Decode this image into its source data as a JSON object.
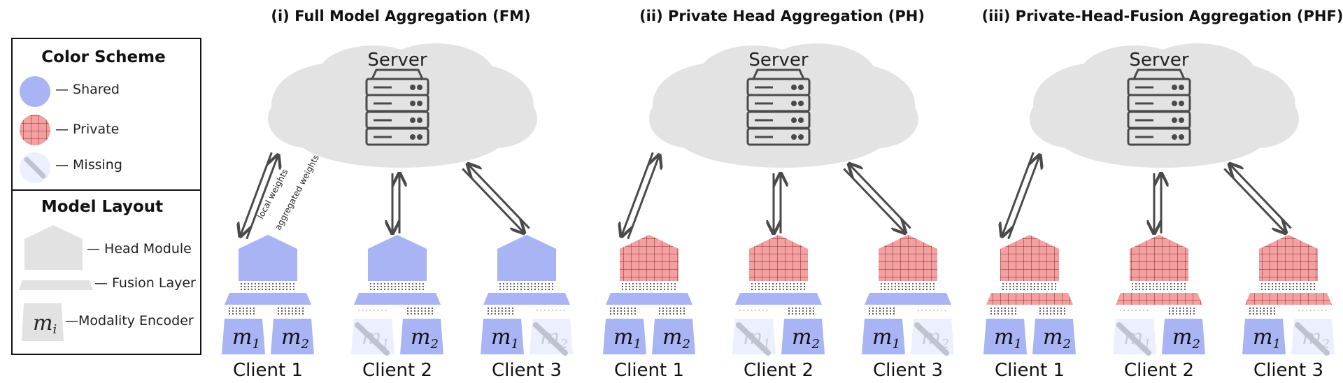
{
  "legend": {
    "color_title": "Color Scheme",
    "shared_label": "— Shared",
    "private_label": "— Private",
    "missing_label": "— Missing",
    "layout_title": "Model Layout",
    "head_label": "— Head Module",
    "fusion_label": "— Fusion Layer",
    "encoder_label": "—Modality Encoder",
    "encoder_symbol": "m",
    "encoder_sub": "i"
  },
  "panels": [
    {
      "title": "(i) Full Model Aggregation (FM)",
      "server_label": "Server",
      "head": "shared",
      "fusion": "shared",
      "edge_labels": {
        "local": "local weights",
        "aggregated": "aggregated weights"
      },
      "clients": [
        {
          "label": "Client 1",
          "m1": "present",
          "m2": "present"
        },
        {
          "label": "Client 2",
          "m1": "missing",
          "m2": "present"
        },
        {
          "label": "Client 3",
          "m1": "present",
          "m2": "missing"
        }
      ]
    },
    {
      "title": "(ii) Private Head Aggregation (PH)",
      "server_label": "Server",
      "head": "private",
      "fusion": "shared",
      "clients": [
        {
          "label": "Client 1",
          "m1": "present",
          "m2": "present"
        },
        {
          "label": "Client 2",
          "m1": "missing",
          "m2": "present"
        },
        {
          "label": "Client 3",
          "m1": "present",
          "m2": "missing"
        }
      ]
    },
    {
      "title": "(iii) Private-Head-Fusion Aggregation (PHF)",
      "server_label": "Server",
      "head": "private",
      "fusion": "private",
      "clients": [
        {
          "label": "Client 1",
          "m1": "present",
          "m2": "present"
        },
        {
          "label": "Client 2",
          "m1": "missing",
          "m2": "present"
        },
        {
          "label": "Client 3",
          "m1": "present",
          "m2": "missing"
        }
      ]
    }
  ],
  "modalities": [
    {
      "symbol": "m",
      "sub": "1"
    },
    {
      "symbol": "m",
      "sub": "2"
    }
  ],
  "colors": {
    "shared": "#a9b4f5",
    "private": "#f5a0a0",
    "private_grid": "#7a2a2a",
    "missing": "#eceffd",
    "missing_slash": "#bfc3cf",
    "cloud": "#e3e3e3",
    "server_stroke": "#4a4a4a",
    "arrow": "#4a4a4a",
    "legend_grey": "#e2e2e2"
  }
}
